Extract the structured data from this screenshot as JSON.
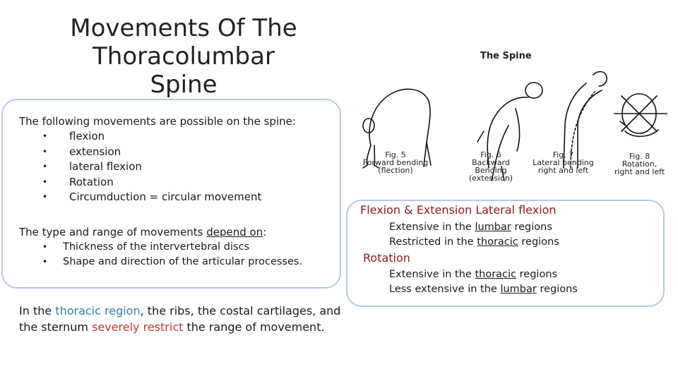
{
  "title": {
    "line1": "Movements Of The",
    "line2": "Thoracolumbar Spine"
  },
  "left": {
    "intro": "The following movements are possible on the spine:",
    "movements": [
      "flexion",
      "extension",
      "lateral flexion",
      "Rotation",
      "Circumduction = circular movement"
    ],
    "depend_prefix": "The type and range of movements ",
    "depend_underlined": "depend on",
    "depend_suffix": ":",
    "factors": [
      "Thickness of the intervertebral discs",
      "Shape and direction of the articular processes."
    ]
  },
  "footnote": {
    "part1": "In the ",
    "part2": "thoracic region",
    "part3": ", the ribs, the costal cartilages, and the sternum ",
    "part4": "severely restrict",
    "part5": " the range of movement."
  },
  "figure": {
    "heading": "The Spine",
    "captions": [
      {
        "fig": "Fig. 5",
        "line2": "Forward bending",
        "line3": "(flection)"
      },
      {
        "fig": "Fig. 6",
        "line2": "Backward Bending",
        "line3": "(extension)"
      },
      {
        "fig": "Fig. 7",
        "line2": "Lateral bending",
        "line3": "right and left"
      },
      {
        "fig": "Fig. 8",
        "line2": "Rotation,",
        "line3": "right and left"
      }
    ]
  },
  "right": {
    "heading1": "Flexion & Extension Lateral flexion",
    "flexion_line1_prefix": "Extensive in the ",
    "flexion_line1_region": "lumbar",
    "flexion_line1_suffix": " regions",
    "flexion_line2_prefix": "Restricted in the ",
    "flexion_line2_region": "thoracic",
    "flexion_line2_suffix": " regions",
    "heading2": "Rotation",
    "rotation_line1_prefix": "Extensive in the ",
    "rotation_line1_region": "thoracic",
    "rotation_line1_suffix": " regions",
    "rotation_line2_prefix": "Less extensive in the ",
    "rotation_line2_region": "lumbar",
    "rotation_line2_suffix": " regions"
  },
  "colors": {
    "box_border": "#b7c9e5",
    "heading_red": "#8b1a1a",
    "highlight_blue": "#3a7bb0",
    "highlight_red": "#c0392b"
  }
}
